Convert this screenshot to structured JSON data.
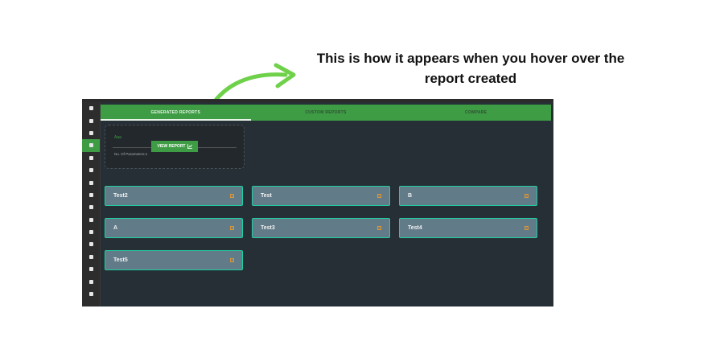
{
  "annotation": {
    "line1": "This is how it appears when you hover  over the",
    "line2": "report created"
  },
  "colors": {
    "accent": "#3e9c45",
    "card_border": "#1ecfa2",
    "card_bg": "#617b88",
    "arrow": "#6fd14a",
    "report_icon": "#d9963a"
  },
  "sidebar": {
    "icons": [
      "dashboard-icon",
      "database-icon",
      "crop-icon",
      "chart-icon",
      "copy-icon",
      "network-icon",
      "plus-icon",
      "layout-icon",
      "share-icon",
      "bug-icon",
      "user-icon",
      "wrench-icon",
      "calendar-icon",
      "gear-icon",
      "help-icon",
      "logout-icon"
    ],
    "active_index": 3
  },
  "tabs": [
    {
      "label": "GENERATED REPORTS",
      "active": true
    },
    {
      "label": "CUSTOM REPORTS"
    },
    {
      "label": "COMPARE"
    }
  ],
  "hover_card": {
    "title": "Aaa",
    "params": "No. Of Parameters:1",
    "button": "VIEW REPORT"
  },
  "reports": [
    {
      "name": "Test2"
    },
    {
      "name": "Test"
    },
    {
      "name": "B"
    },
    {
      "name": "A"
    },
    {
      "name": "Test3"
    },
    {
      "name": "Test4"
    },
    {
      "name": "Test5"
    }
  ]
}
